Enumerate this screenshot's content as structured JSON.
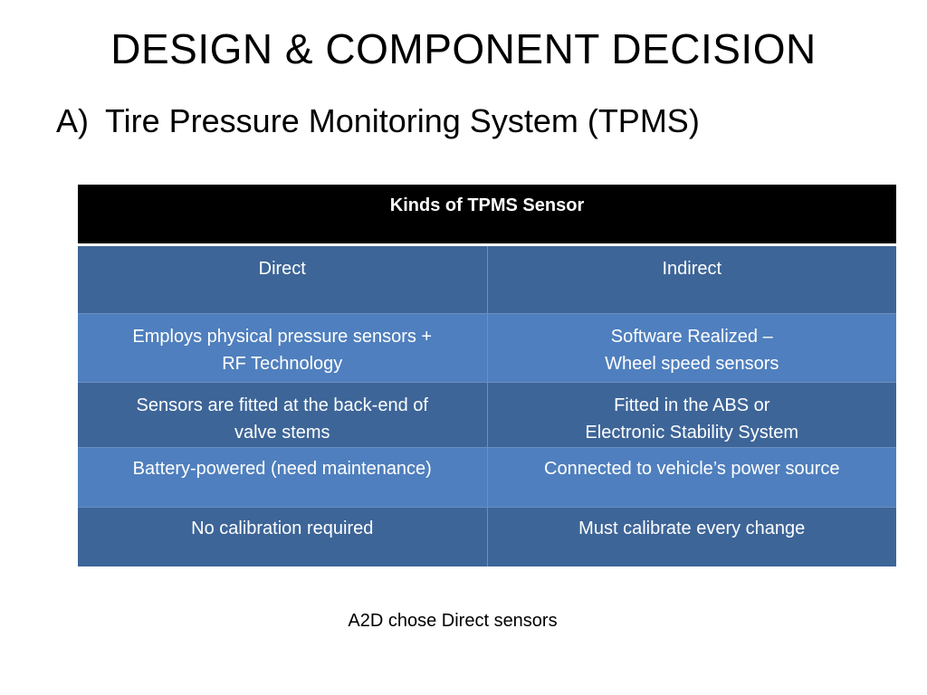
{
  "slide": {
    "title": "DESIGN & COMPONENT DECISION",
    "subtitle_marker": "A)",
    "subtitle_text": "Tire Pressure Monitoring System (TPMS)",
    "table": {
      "header": "Kinds of TPMS Sensor",
      "columns": [
        "Direct",
        "Indirect"
      ],
      "rows": [
        [
          "Employs physical pressure sensors +\nRF Technology",
          "Software Realized –\nWheel speed sensors"
        ],
        [
          "Sensors are fitted at the back-end of\nvalve stems",
          "Fitted in the ABS or\nElectronic Stability System"
        ],
        [
          "Battery-powered (need maintenance)",
          "Connected to vehicle’s power source"
        ],
        [
          "No calibration required",
          "Must calibrate every change"
        ]
      ]
    },
    "footnote": "A2D chose Direct sensors"
  },
  "colors": {
    "header_bg": "#000000",
    "row_dark": "#3d6598",
    "row_light": "#4f7fbe"
  }
}
